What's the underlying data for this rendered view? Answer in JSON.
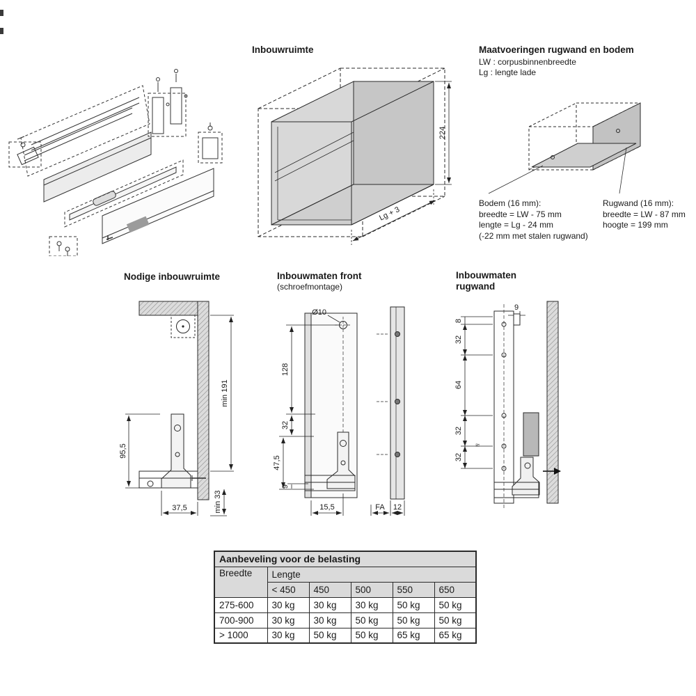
{
  "colors": {
    "line": "#2a2a2a",
    "panel_grey": "#c9c9c9",
    "hatch_grey": "#dcdcdc",
    "table_header_bg": "#dadada"
  },
  "inbouwruimte": {
    "title": "Inbouwruimte",
    "dim_height": "224",
    "dim_depth": "Lg + 3"
  },
  "maatvoeringen": {
    "title": "Maatvoeringen rugwand en bodem",
    "legend_lw": "LW : corpusbinnenbreedte",
    "legend_lg": "Lg : lengte lade",
    "bodem_title": "Bodem (16 mm):",
    "bodem_line1": "breedte = LW - 75 mm",
    "bodem_line2": "lengte = Lg - 24 mm",
    "bodem_line3": "(-22 mm met stalen rugwand)",
    "rugwand_title": "Rugwand (16 mm):",
    "rugwand_line1": "breedte = LW - 87 mm",
    "rugwand_line2": "hoogte = 199 mm"
  },
  "nodige": {
    "title": "Nodige inbouwruimte",
    "dim_min191": "min 191",
    "dim_955": "95,5",
    "dim_375": "37,5",
    "dim_min33": "min 33"
  },
  "front": {
    "title": "Inbouwmaten front",
    "subtitle": "(schroefmontage)",
    "dim_hole": "Ø10",
    "dim_128": "128",
    "dim_32": "32",
    "dim_475": "47,5",
    "dim_9": "9",
    "dim_155": "15,5",
    "dim_fa": "FA",
    "dim_12": "12"
  },
  "rugwand": {
    "title": "Inbouwmaten rugwand",
    "dim_9": "9",
    "dim_8": "8",
    "dim_32a": "32",
    "dim_64": "64",
    "dim_32b": "32",
    "dim_32c": "32",
    "approx": "≈"
  },
  "table": {
    "title": "Aanbeveling voor de belasting",
    "col_breedte": "Breedte",
    "col_lengte": "Lengte",
    "length_headers": [
      "< 450",
      "450",
      "500",
      "550",
      "650"
    ],
    "rows": [
      {
        "breedte": "275-600",
        "values": [
          "30 kg",
          "30 kg",
          "30 kg",
          "50 kg",
          "50 kg"
        ]
      },
      {
        "breedte": "700-900",
        "values": [
          "30 kg",
          "30 kg",
          "50 kg",
          "50 kg",
          "50 kg"
        ]
      },
      {
        "breedte": "> 1000",
        "values": [
          "30 kg",
          "50 kg",
          "50 kg",
          "65 kg",
          "65 kg"
        ]
      }
    ]
  }
}
